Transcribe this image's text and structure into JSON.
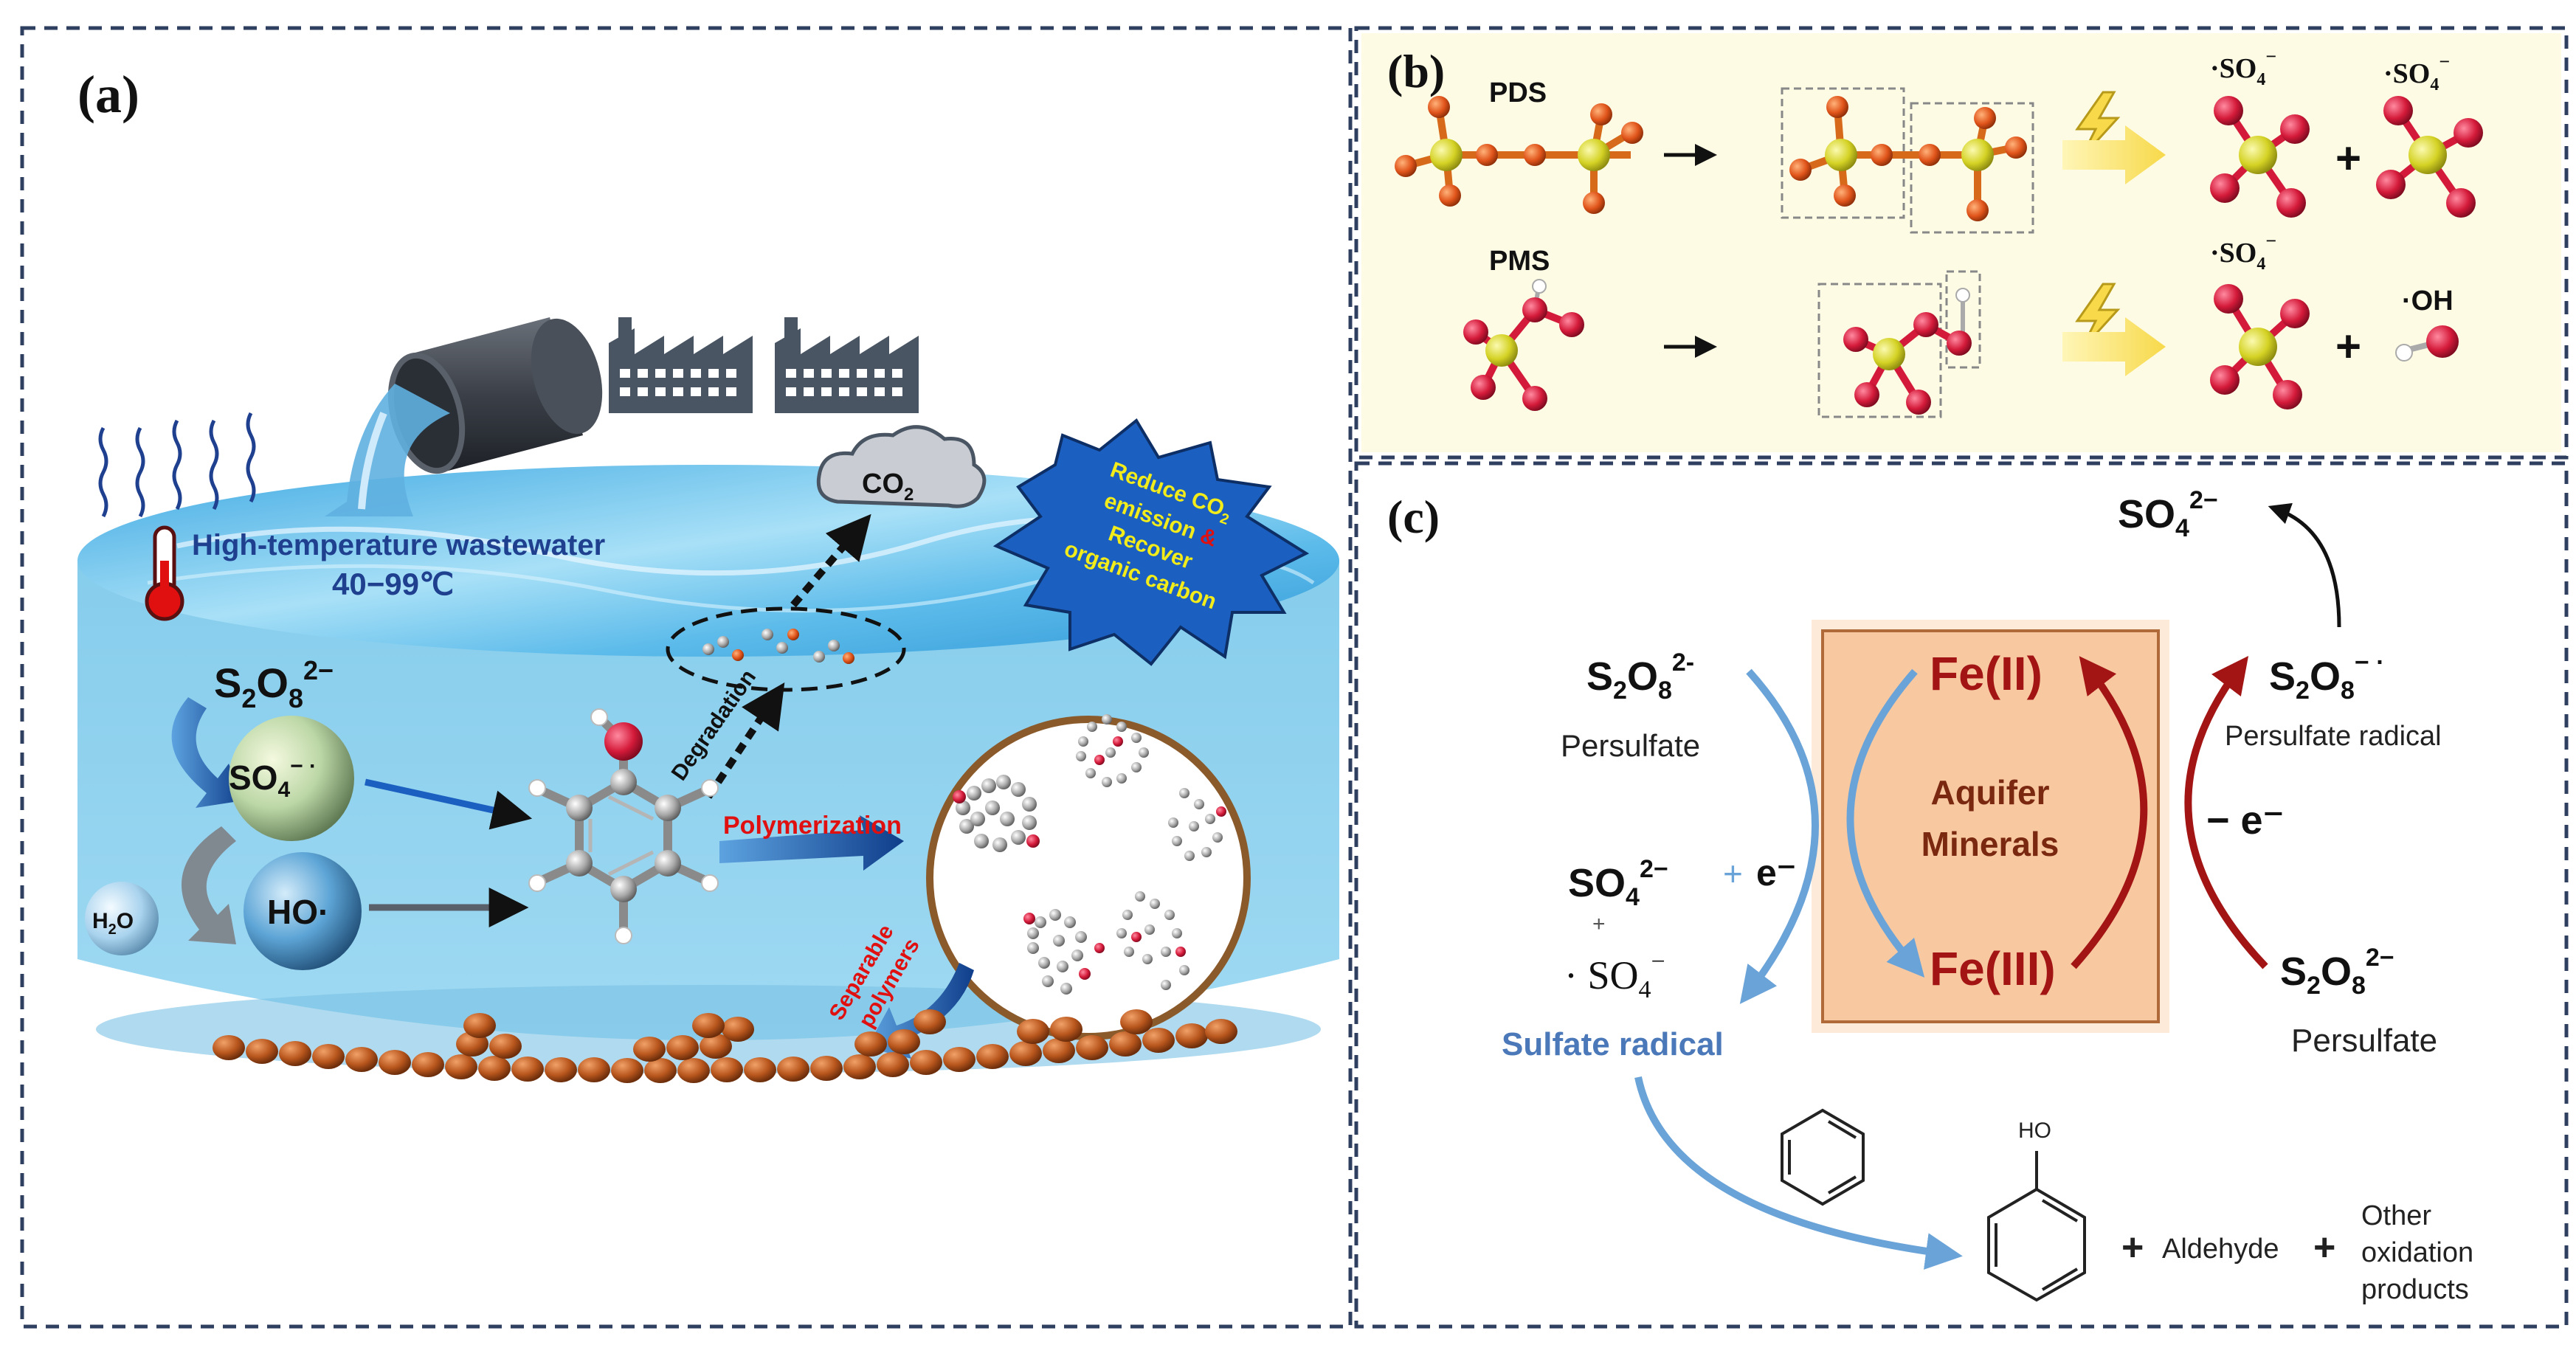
{
  "panel_a": {
    "label": "(a)",
    "wastewater_title": "High-temperature wastewater",
    "temperature_range": "40−99℃",
    "co2": "CO",
    "co2_sub": "2",
    "banner": [
      "Reduce CO",
      "emission ",
      "&",
      "Recover",
      "organic carbon"
    ],
    "banner_sub": "2",
    "persulfate_main": "S",
    "persulfate_sub1": "2",
    "persulfate_mid": "O",
    "persulfate_sub2": "8",
    "persulfate_sup": "2−",
    "sulfate_radical": "SO",
    "sulfate_radical_sub": "4",
    "sulfate_radical_sup": "− ·",
    "water": "H",
    "water_sub": "2",
    "water_end": "O",
    "hydroxyl_radical": "HO·",
    "degradation": "Degradation",
    "polymerization": "Polymerization",
    "separable_polymers_1": "Separable",
    "separable_polymers_2": "polymers"
  },
  "panel_b": {
    "label": "(b)",
    "pds": "PDS",
    "pms": "PMS",
    "so4_radical": "·SO",
    "so4_sub": "4",
    "so4_sup": "−",
    "oh_radical": "·OH",
    "plus": "+"
  },
  "panel_c": {
    "label": "(c)",
    "so4_top": "SO",
    "so4_top_sub": "4",
    "so4_top_sup": "2−",
    "s2o8_left": "S",
    "s2o8_left_sup": "2-",
    "persulfate_left": "Persulfate",
    "fe2": "Fe(II)",
    "fe3": "Fe(III)",
    "aquifer_1": "Aquifer",
    "aquifer_2": "Minerals",
    "s2o8_radical_sup": "− ·",
    "persulfate_radical": "Persulfate radical",
    "minus_e": "− e⁻",
    "plus_e_plus": "+",
    "plus_e_e": "e⁻",
    "so4_left": "SO",
    "so4_left_sup": "2−",
    "small_plus": "+",
    "so4_radical_left": "· SO",
    "so4_radical_left_sup": "−",
    "sulfate_radical": "Sulfate radical",
    "s2o8_right_sup": "2−",
    "persulfate_right": "Persulfate",
    "ho": "HO",
    "plus_1": "+",
    "aldehyde": "Aldehyde",
    "plus_2": "+",
    "other_1": "Other",
    "other_2": "oxidation",
    "other_3": "products"
  },
  "colors": {
    "frame": "#2f3f5f",
    "water_top": "#4fb4e6",
    "water_body": "#8fd2ef",
    "dark_blue_text": "#1f3f8f",
    "red_text": "#e01010",
    "yellow_text": "#f2ec1a",
    "banner_blue": "#1b5fc0",
    "iron_box": "#f8c9a1",
    "iron_red": "#a31515",
    "blue_arrow": "#6aa3d8",
    "panel_b_bg": "#fdfbe4",
    "sulfur": "#d4d224",
    "oxygen": "#d41a3a",
    "orange_oxygen": "#e0541a",
    "particle": "#b8561d"
  }
}
